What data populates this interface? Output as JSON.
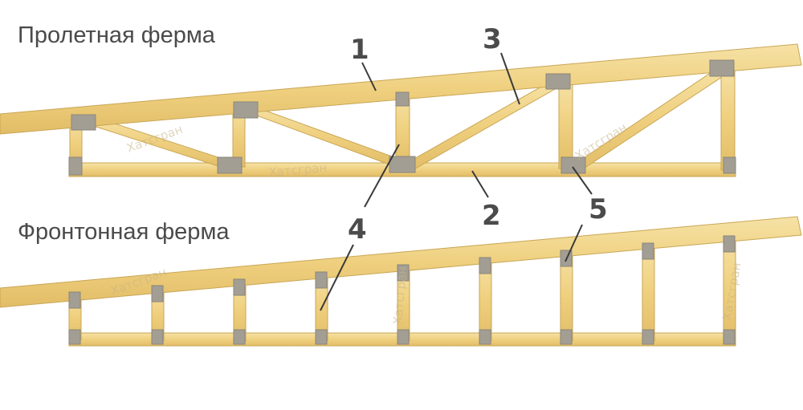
{
  "titles": {
    "span_truss": "Пролетная ферма",
    "gable_truss": "Фронтонная ферма"
  },
  "callouts": [
    "1",
    "2",
    "3",
    "4",
    "5"
  ],
  "stamp_text": "Хатсгран",
  "colors": {
    "wood": "#f1d58c",
    "wood_edge": "#c9a655",
    "plate": "#a39e93",
    "text": "#4a4a4a"
  }
}
